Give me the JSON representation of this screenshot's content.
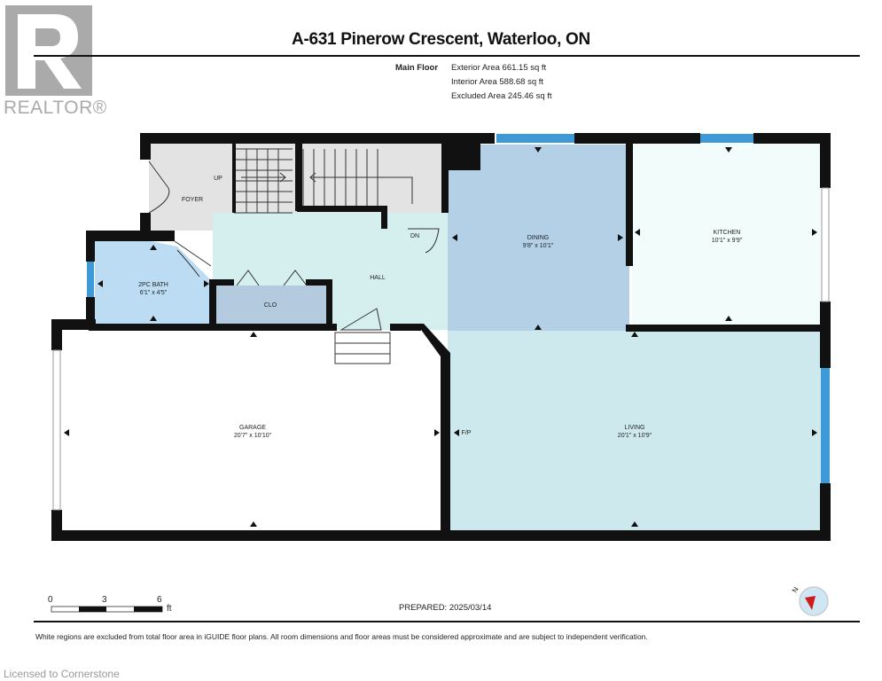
{
  "header": {
    "title": "A-631 Pinerow Crescent, Waterloo, ON",
    "floor_label": "Main Floor",
    "exterior_area": "Exterior Area 661.15 sq ft",
    "interior_area": "Interior Area 588.68 sq ft",
    "excluded_area": "Excluded Area 245.46 sq ft"
  },
  "logo": {
    "text": "REALTOR®"
  },
  "rooms": {
    "foyer": {
      "name": "FOYER"
    },
    "up": "UP",
    "dn": "DN",
    "bath": {
      "name": "2PC BATH",
      "dims": "6'1\" x 4'5\""
    },
    "closet": {
      "name": "CLO"
    },
    "hall": {
      "name": "HALL"
    },
    "dining": {
      "name": "DINING",
      "dims": "9'8\" x 10'1\""
    },
    "kitchen": {
      "name": "KITCHEN",
      "dims": "10'1\" x 9'9\""
    },
    "garage": {
      "name": "GARAGE",
      "dims": "20'7\" x 10'10\""
    },
    "living": {
      "name": "LIVING",
      "dims": "20'1\" x 10'9\""
    },
    "fp": "F/P"
  },
  "scale": {
    "ticks": [
      "0",
      "3",
      "6"
    ],
    "unit": "ft"
  },
  "prepared": "PREPARED: 2025/03/14",
  "compass": {
    "label": "N"
  },
  "disclaimer": "White regions are excluded from total floor area in iGUIDE floor plans. All room dimensions and floor areas must be considered approximate and are subject to independent verification.",
  "licensed": "Licensed to Cornerstone",
  "colors": {
    "dining": "#b4d0e6",
    "living": "#cde9ee",
    "hall": "#d5efee",
    "bath": "#bcdcf4",
    "closet": "#b3cadf",
    "kitchen": "#f2fdfb",
    "stairs": "#e3e3e3",
    "window": "#3d9ad6"
  }
}
